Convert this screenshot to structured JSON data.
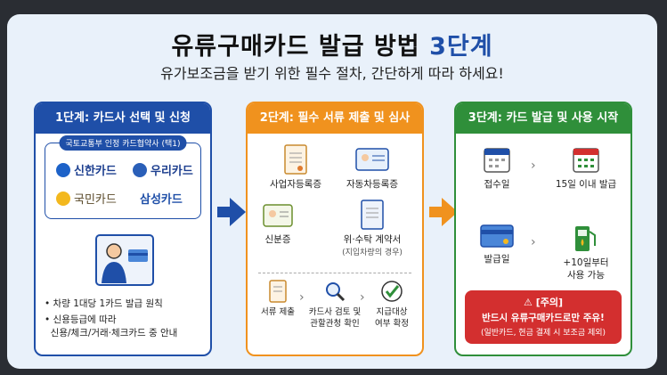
{
  "background_hint": "",
  "header": {
    "title_main": "유류구매카드 발급 방법 ",
    "title_highlight": "3단계",
    "subtitle": "유가보조금을 받기 위한 필수 절차, 간단하게 따라 하세요!"
  },
  "step1": {
    "heading": "1단계: 카드사 선택 및 신청",
    "tag": "국토교통부 인정 카드협약사 (택1)",
    "banks": [
      "신한카드",
      "우리카드",
      "국민카드",
      "삼성카드"
    ],
    "bullets": [
      "• 차량 1대당 1카드 발급 원칙",
      "• 신용등급에 따라",
      "  신용/체크/거래·체크카드 중 안내"
    ]
  },
  "step2": {
    "heading": "2단계: 필수 서류 제출 및 심사",
    "docs": [
      "사업자등록증",
      "자동차등록증",
      "신분증",
      "위·수탁 계약서"
    ],
    "doc4_sub": "(지입차량의 경우)",
    "steps": [
      "서류 제출",
      "카드사 검토 및\n관할관청 확인",
      "지급대상\n여부 확정"
    ]
  },
  "step3": {
    "heading": "3단계: 카드 발급 및 사용 시작",
    "items": [
      "접수일",
      "15일 이내 발급",
      "발급일",
      "+10일부터\n사용 가능"
    ],
    "warning_title": "⚠ [주의]",
    "warning_body": "반드시 유류구매카드로만 주유!",
    "warning_note": "(일반카드, 현금 결제 시 보조금 제외)"
  },
  "colors": {
    "blue": "#1f4fa8",
    "orange": "#f0921e",
    "green": "#2f8f3a",
    "red": "#d32f2f"
  }
}
